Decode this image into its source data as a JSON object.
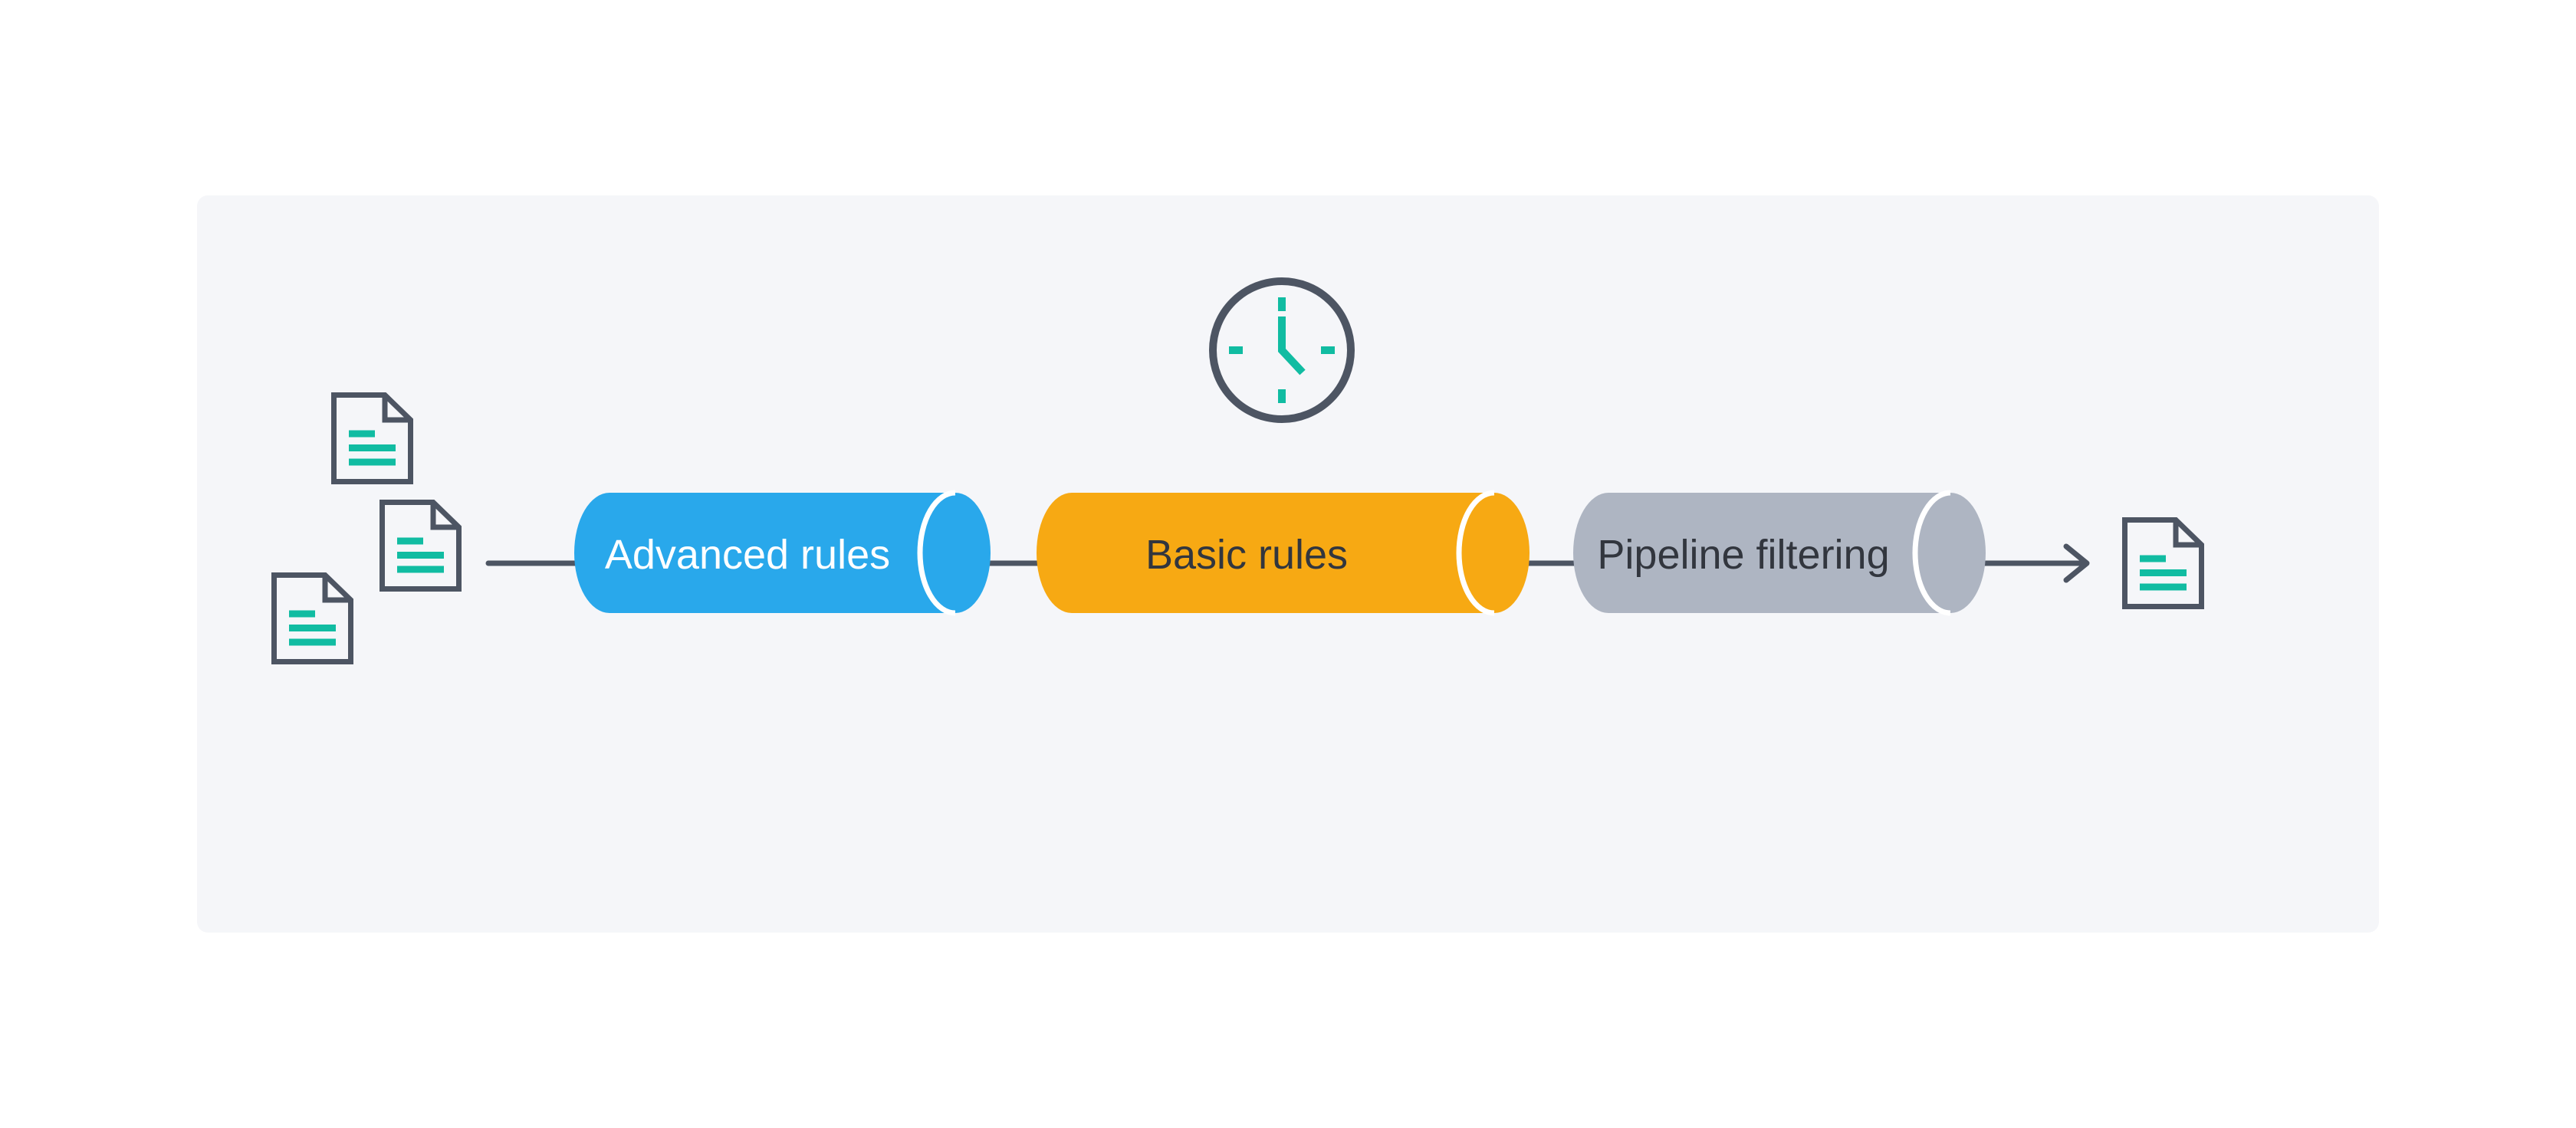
{
  "diagram": {
    "description": "Event filtering pipeline flow",
    "stages": [
      {
        "id": "advanced-rules",
        "label": "Advanced rules",
        "color": "#29A8EB",
        "text_color": "#FFFFFF"
      },
      {
        "id": "basic-rules",
        "label": "Basic rules",
        "color": "#F7A913",
        "text_color": "#32363E"
      },
      {
        "id": "pipeline-filtering",
        "label": "Pipeline filtering",
        "color": "#AEB5C2",
        "text_color": "#32363E"
      }
    ],
    "icons": {
      "inputs": [
        "document-icon",
        "document-icon",
        "document-icon"
      ],
      "schedule": "clock-icon",
      "output": "document-icon",
      "arrow": "arrow-right-icon"
    },
    "colors": {
      "page_bg": "#FFFFFF",
      "panel_bg": "#F5F6F9",
      "stroke": "#4D5563",
      "accent_teal": "#11BCA2",
      "gap_stroke": "#FFFFFF"
    }
  }
}
